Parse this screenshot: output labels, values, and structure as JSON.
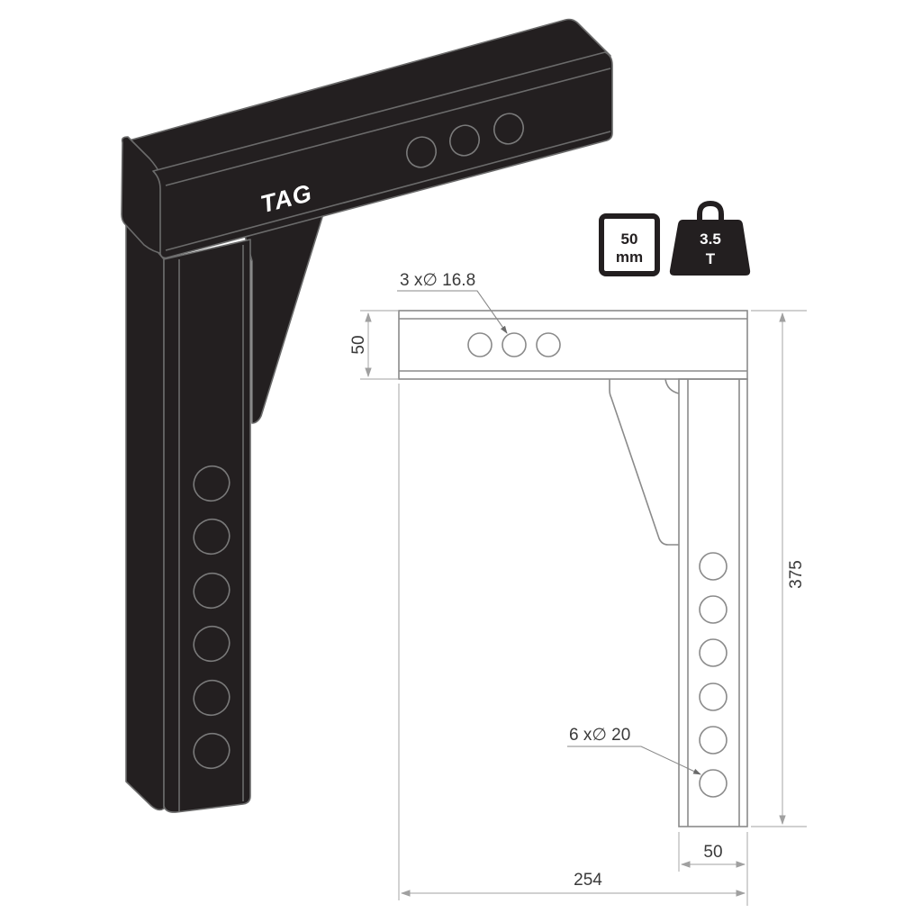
{
  "product": {
    "brand_logo": "TAG",
    "type": "weight-distribution-hitch-shank"
  },
  "badges": {
    "receiver_size": {
      "value": "50",
      "unit": "mm",
      "icon": "square-receiver-icon"
    },
    "capacity": {
      "value": "3.5",
      "unit": "T",
      "icon": "weight-icon"
    }
  },
  "drawing": {
    "top_hole_callout": "3 x∅ 16.8",
    "side_hole_callout": "6 x∅ 20",
    "dim_top_height": "50",
    "dim_total_height": "375",
    "dim_shank_width": "50",
    "dim_total_length": "254"
  },
  "colors": {
    "product_fill": "#231f20",
    "product_edge": "#6b6b6b",
    "drawing_line": "#8a8a8a",
    "dimension_line": "#b5b5b5",
    "text": "#3a3a3a"
  }
}
